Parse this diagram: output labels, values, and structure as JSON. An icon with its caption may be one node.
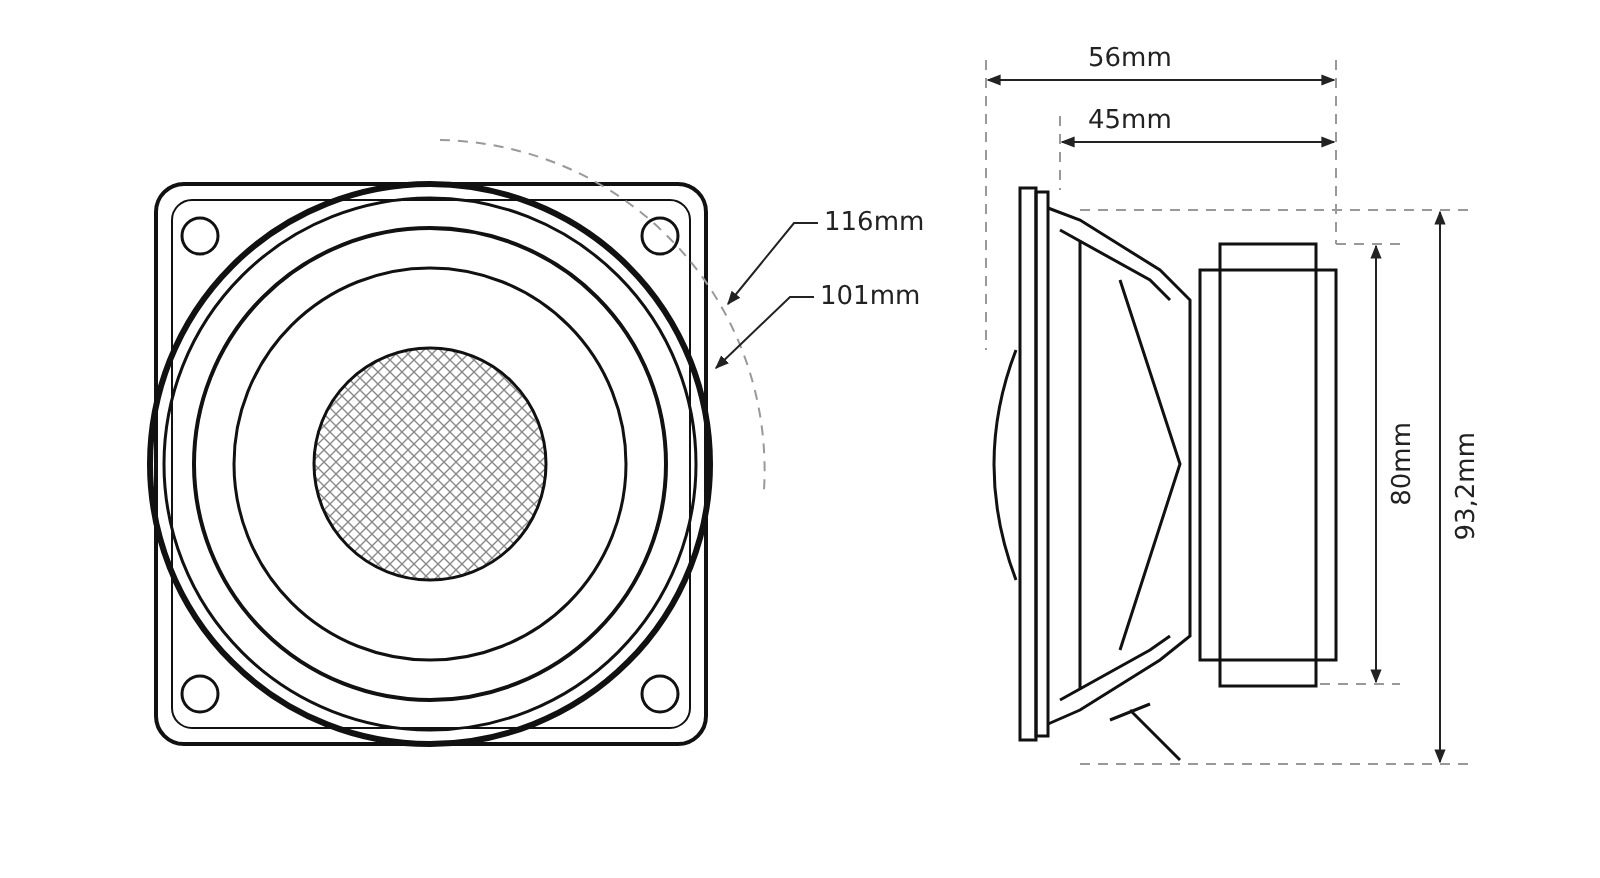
{
  "diagram": {
    "nodes": [
      {
        "text": [
          "116mm"
        ]
      },
      {
        "text": [
          "101mm"
        ]
      }
    ],
    "edges": [
      {
        "from": 0,
        "to": null,
        "arrow": "to"
      },
      {
        "from": 1,
        "to": null,
        "arrow": "to"
      }
    ],
    "labels": [
      "56mm",
      "45mm",
      "80mm",
      "93,2mm"
    ]
  }
}
